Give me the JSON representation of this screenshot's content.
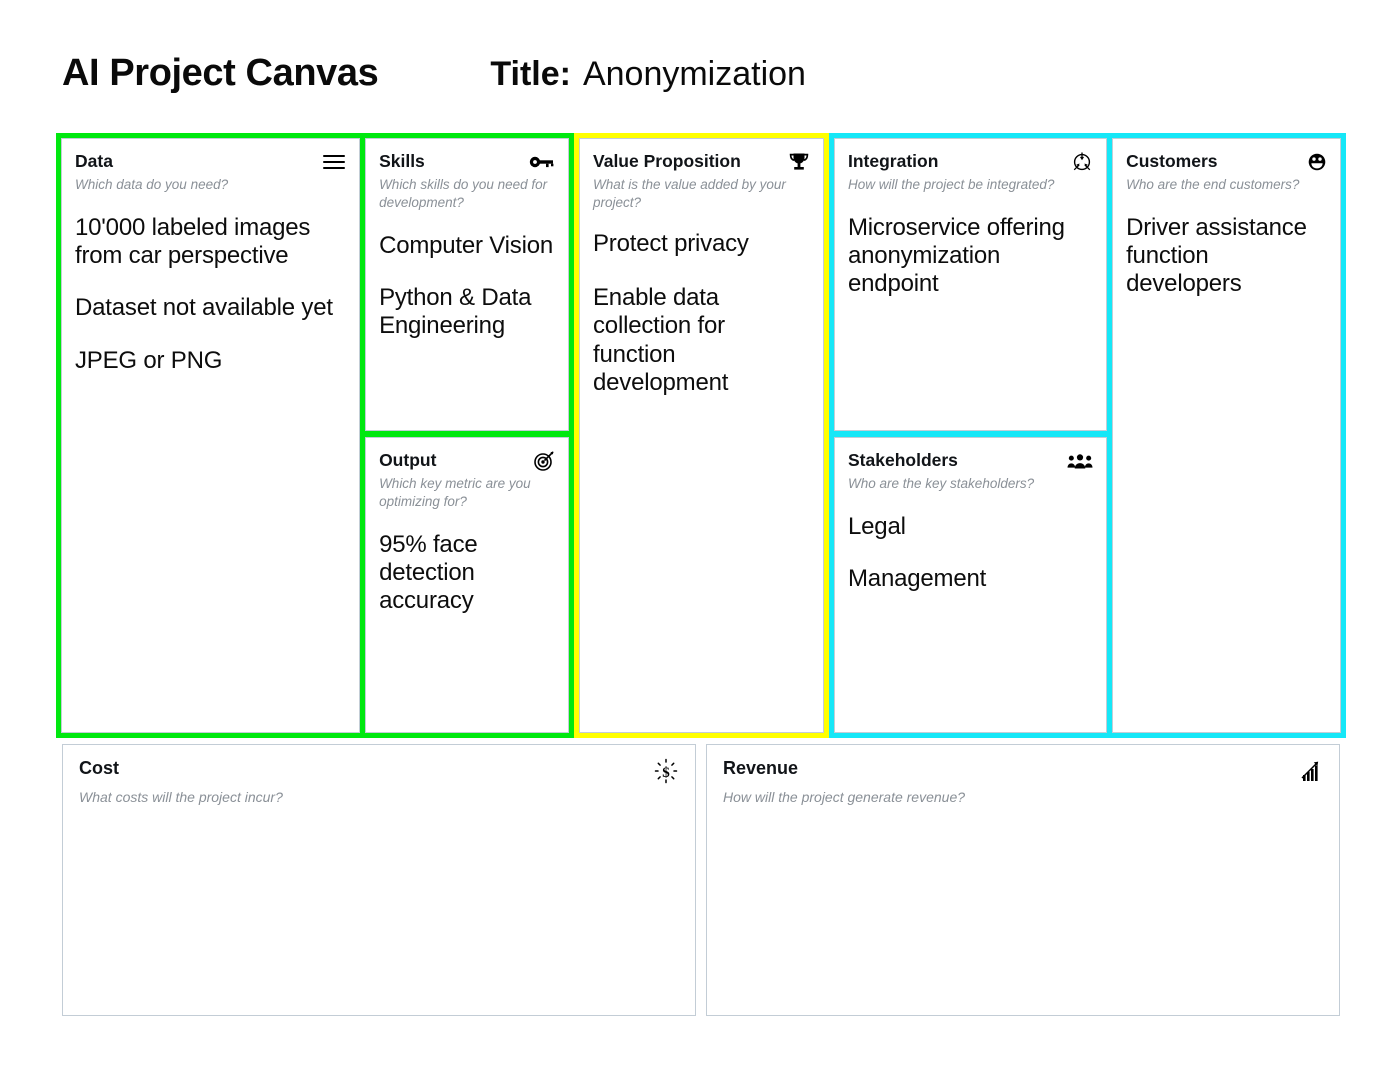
{
  "header": {
    "canvas_title": "AI Project Canvas",
    "title_label": "Title:",
    "title_value": "Anonymization"
  },
  "colors": {
    "group_green": "#00e80f",
    "group_yellow": "#ffff00",
    "group_cyan": "#16e7f7",
    "card_border": "#c3cdd6",
    "title_text": "#111418",
    "subtitle_text": "#8a9097",
    "body_text": "#0d0d0d"
  },
  "groups": [
    {
      "name": "data-skills-group",
      "color": "#00e80f",
      "cards": [
        "data",
        "skills",
        "output"
      ]
    },
    {
      "name": "value-proposition-group",
      "color": "#ffff00",
      "cards": [
        "value_proposition"
      ]
    },
    {
      "name": "integration-customers-group",
      "color": "#16e7f7",
      "cards": [
        "integration",
        "stakeholders",
        "customers"
      ]
    }
  ],
  "cards": {
    "data": {
      "title": "Data",
      "subtitle": "Which data do you need?",
      "icon": "hamburger-menu-icon",
      "entries": [
        "10'000 labeled images from car perspective",
        "Dataset not available yet",
        "JPEG or PNG"
      ]
    },
    "skills": {
      "title": "Skills",
      "subtitle": "Which skills do you need for development?",
      "icon": "key-icon",
      "entries": [
        "Computer Vision",
        "Python & Data Engineering"
      ]
    },
    "output": {
      "title": "Output",
      "subtitle": "Which key metric are you optimizing for?",
      "icon": "target-dart-icon",
      "entries": [
        "95% face detection accuracy"
      ]
    },
    "value_proposition": {
      "title": "Value Proposition",
      "subtitle": "What is the value added by your project?",
      "icon": "trophy-icon",
      "entries": [
        "Protect privacy",
        "Enable data collection for function development"
      ]
    },
    "integration": {
      "title": "Integration",
      "subtitle": "How will the project be integrated?",
      "icon": "converge-arrows-circle-icon",
      "entries": [
        "Microservice offering anonymization endpoint"
      ]
    },
    "stakeholders": {
      "title": "Stakeholders",
      "subtitle": "Who are the key stakeholders?",
      "icon": "people-group-icon",
      "entries": [
        "Legal",
        "Management"
      ]
    },
    "customers": {
      "title": "Customers",
      "subtitle": "Who are the end customers?",
      "icon": "smiley-face-icon",
      "entries": [
        "Driver assistance function developers"
      ]
    },
    "cost": {
      "title": "Cost",
      "subtitle": "What costs will the project incur?",
      "icon": "dollar-coin-shine-icon",
      "entries": []
    },
    "revenue": {
      "title": "Revenue",
      "subtitle": "How will the project generate revenue?",
      "icon": "growth-bar-chart-icon",
      "entries": []
    }
  }
}
